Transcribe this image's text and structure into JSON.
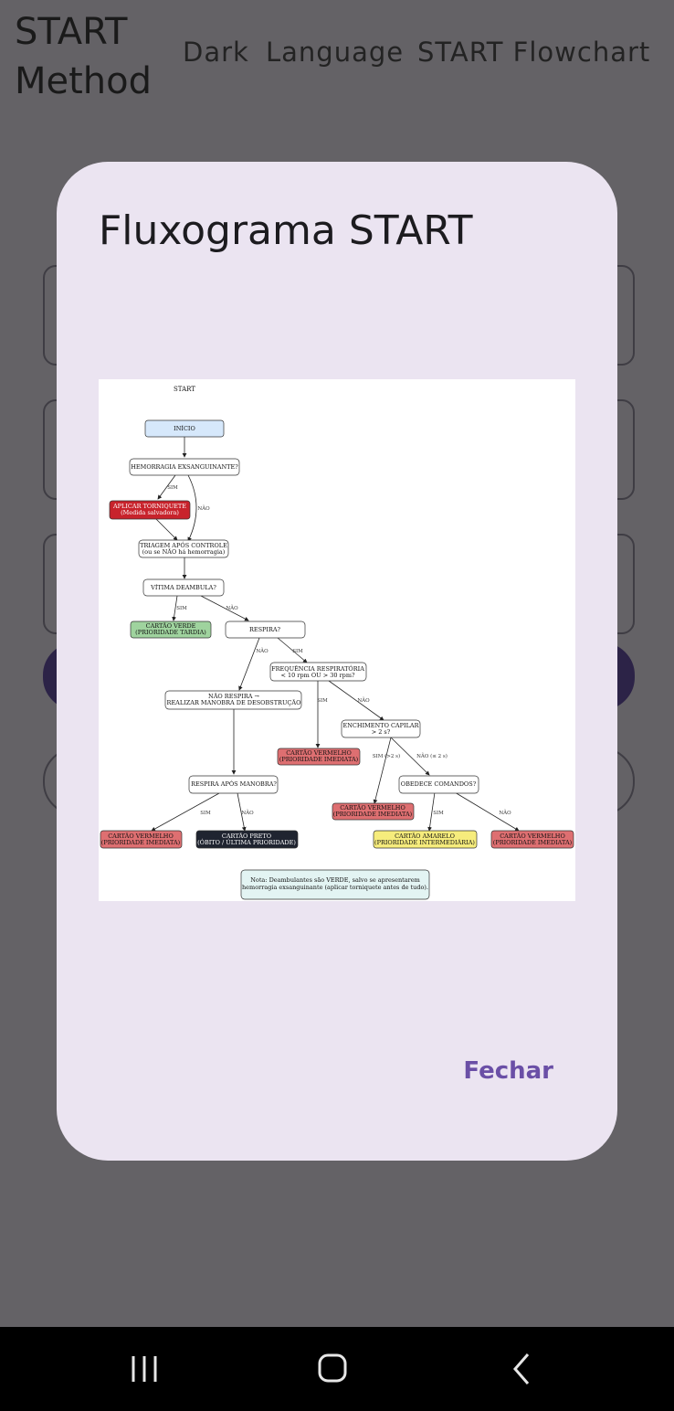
{
  "app_bar": {
    "title_line1": "START",
    "title_line2": "Method",
    "nav": [
      "Dark",
      "Language",
      "START Flowchart"
    ]
  },
  "dialog": {
    "title": "Fluxograma START",
    "close_label": "Fechar"
  },
  "flowchart": {
    "header": "START",
    "start": "INÍCIO",
    "hemorrhage_q": "HEMORRAGIA EXSANGUINANTE?",
    "tourniquet": [
      "APLICAR TORNIQUETE",
      "(Medida salvadora)"
    ],
    "triage_after": [
      "TRIAGEM APÓS CONTROLE",
      "(ou se NÃO há hemorragia)"
    ],
    "walks_q": "VÍTIMA DEAMBULA?",
    "green_card": [
      "CARTÃO VERDE",
      "(PRIORIDADE TARDIA)"
    ],
    "breathes_q": "RESPIRA?",
    "resp_rate_q": [
      "FREQUÊNCIA RESPIRATÓRIA",
      "< 10 rpm OU > 30 rpm?"
    ],
    "not_breathing": [
      "NÃO RESPIRA →",
      "REALIZAR MANOBRA DE DESOBSTRUÇÃO"
    ],
    "cap_refill_q": [
      "ENCHIMENTO CAPILAR",
      "> 2 s?"
    ],
    "red_card_1": [
      "CARTÃO VERMELHO",
      "(PRIORIDADE IMEDIATA)"
    ],
    "breathes_after_q": "RESPIRA APÓS MANOBRA?",
    "obeys_q": "OBEDECE COMANDOS?",
    "red_card_2": [
      "CARTÃO VERMELHO",
      "(PRIORIDADE IMEDIATA)"
    ],
    "red_card_3": [
      "CARTÃO VERMELHO",
      "(PRIORIDADE IMEDIATA)"
    ],
    "black_card": [
      "CARTÃO PRETO",
      "(ÓBITO / ÚLTIMA PRIORIDADE)"
    ],
    "yellow_card": [
      "CARTÃO AMARELO",
      "(PRIORIDADE INTERMEDIÁRIA)"
    ],
    "red_card_4": [
      "CARTÃO VERMELHO",
      "(PRIORIDADE IMEDIATA)"
    ],
    "note": [
      "Nota: Deambulantes são VERDE, salvo se apresentarem",
      "hemorragia exsanguinante (aplicar torniquete antes de tudo)."
    ],
    "edge_labels": {
      "sim": "SIM",
      "nao": "NÃO",
      "sim_gt2": "SIM (>2 s)",
      "nao_le2": "NÃO (≤ 2 s)"
    },
    "colors": {
      "start": "#d6e8fb",
      "tourniquet": "#c8232c",
      "green": "#9fd39e",
      "red": "#de6f71",
      "black": "#1f2430",
      "yellow": "#f6ec7c",
      "note": "#e3f4f3"
    }
  },
  "system_nav": {
    "icons": [
      "recent-apps-icon",
      "home-icon",
      "back-icon"
    ]
  }
}
